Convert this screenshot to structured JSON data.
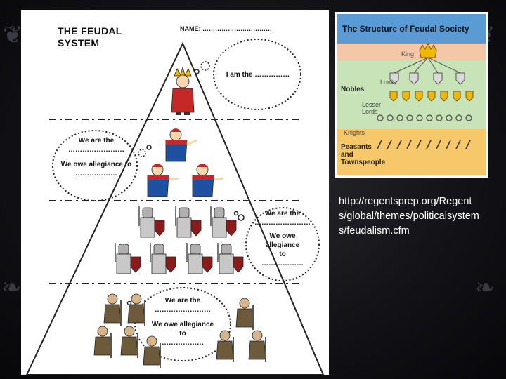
{
  "worksheet": {
    "title_line1": "THE FEUDAL",
    "title_line2": "SYSTEM",
    "name_label": "NAME: ……………………………",
    "king_text": "I am the ……………",
    "lords_text1": "We are  the",
    "lords_text2": "……………………",
    "lords_text3": "We owe allegiance to",
    "lords_text4": "………………",
    "knights_text1": "We are the",
    "knights_text2": "……………………",
    "knights_text3": "We owe",
    "knights_text4": "allegiance",
    "knights_text5": "to",
    "knights_text6": "………………",
    "peasants_text1": "We are the",
    "peasants_text2": "……………………",
    "peasants_text3": "We owe allegiance",
    "peasants_text4": "to",
    "peasants_text5": "………………"
  },
  "reference": {
    "title": "The Structure of Feudal Society",
    "king": "King",
    "nobles": "Nobles",
    "lords": "Lords",
    "lesser_lords_1": "Lesser",
    "lesser_lords_2": "Lords",
    "knights": "Knights",
    "peasants_1": "Peasants",
    "peasants_2": "and",
    "peasants_3": "Townspeople"
  },
  "caption": {
    "url": "http://regentsprep.org/Regents/global/themes/politicalsystems/feudalism.cfm"
  },
  "colors": {
    "crown": "#f2b705",
    "robe_red": "#c62828",
    "robe_blue": "#1e4fa0",
    "armor": "#b0b0b0",
    "peasant": "#6d5a3a"
  },
  "icons": [
    "king-figure",
    "lord-figure",
    "knight-figure",
    "peasant-figure",
    "crown-icon",
    "shield-icon",
    "helmet-icon",
    "tool-icon"
  ]
}
